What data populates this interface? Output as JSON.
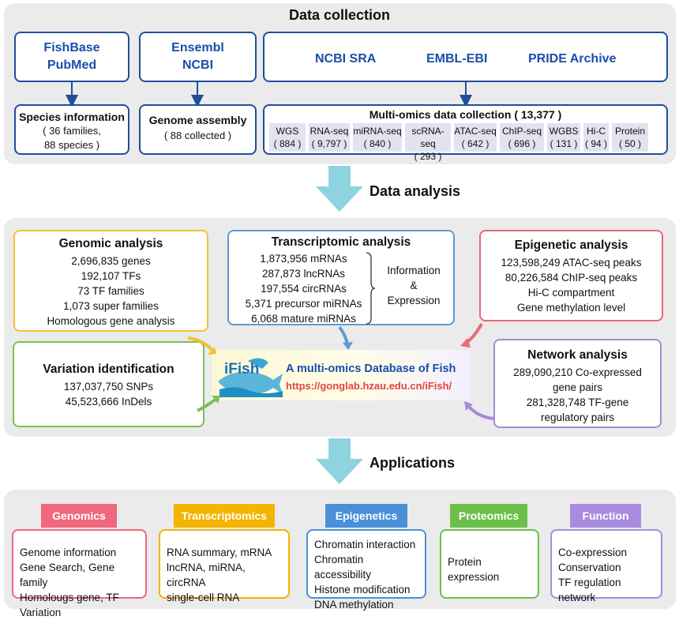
{
  "data_collection": {
    "title": "Data collection",
    "source_left": [
      "FishBase",
      "PubMed"
    ],
    "source_mid": [
      "Ensembl",
      "NCBI"
    ],
    "source_right": [
      "NCBI SRA",
      "EMBL-EBI",
      "PRIDE Archive"
    ],
    "species": {
      "title": "Species information",
      "line1": "( 36 families,",
      "line2": "88 species )"
    },
    "genome": {
      "title": "Genome assembly",
      "line1": "( 88 collected )"
    },
    "multiomics": {
      "title": "Multi-omics data collection ( 13,377 )",
      "items": [
        {
          "name": "WGS",
          "count": "( 884 )"
        },
        {
          "name": "RNA-seq",
          "count": "( 9,797 )"
        },
        {
          "name": "miRNA-seq",
          "count": "( 840 )"
        },
        {
          "name": "scRNA-seq",
          "count": "( 293 )"
        },
        {
          "name": "ATAC-seq",
          "count": "( 642 )"
        },
        {
          "name": "ChIP-seq",
          "count": "( 696 )"
        },
        {
          "name": "WGBS",
          "count": "( 131 )"
        },
        {
          "name": "Hi-C",
          "count": "( 94 )"
        },
        {
          "name": "Protein",
          "count": "( 50 )"
        }
      ]
    }
  },
  "data_analysis": {
    "title": "Data analysis",
    "genomic": {
      "title": "Genomic analysis",
      "lines": [
        "2,696,835 genes",
        "192,107 TFs",
        "73 TF families",
        "1,073 super families",
        "Homologous gene analysis"
      ]
    },
    "transcriptomic": {
      "title": "Transcriptomic analysis",
      "lines": [
        "1,873,956 mRNAs",
        "287,873 lncRNAs",
        "197,554 circRNAs",
        "5,371 precursor miRNAs",
        "6,068 mature miRNAs"
      ],
      "side": [
        "Information",
        "&",
        "Expression"
      ]
    },
    "epigenetic": {
      "title": "Epigenetic analysis",
      "lines": [
        "123,598,249 ATAC-seq peaks",
        "80,226,584 ChIP-seq peaks",
        "Hi-C compartment",
        "Gene methylation level"
      ]
    },
    "variation": {
      "title": "Variation identification",
      "lines": [
        "137,037,750 SNPs",
        "45,523,666 InDels"
      ]
    },
    "network": {
      "title": "Network analysis",
      "lines": [
        "289,090,210 Co-expressed",
        "gene pairs",
        "281,328,748 TF-gene",
        "regulatory pairs"
      ]
    },
    "center": {
      "logo": "iFish",
      "title": "A multi-omics Database of Fish",
      "url": "https://gonglab.hzau.edu.cn/iFish/"
    }
  },
  "applications": {
    "title": "Applications",
    "cards": [
      {
        "tag": "Genomics",
        "color": "#f0687e",
        "lines": [
          "Genome information",
          "Gene Search, Gene family",
          "Homolougs gene, TF",
          "Variation"
        ]
      },
      {
        "tag": "Transcriptomics",
        "color": "#f5b400",
        "lines": [
          "RNA summary, mRNA",
          "lncRNA, miRNA, circRNA",
          "single-cell RNA"
        ]
      },
      {
        "tag": "Epigenetics",
        "color": "#4a90d9",
        "lines": [
          "Chromatin interaction",
          "Chromatin accessibility",
          "Histone modification",
          "DNA methylation"
        ]
      },
      {
        "tag": "Proteomics",
        "color": "#6cc04a",
        "lines": [
          "Protein expression"
        ]
      },
      {
        "tag": "Function",
        "color": "#a98be0",
        "lines": [
          "Co-expression",
          "Conservation",
          "TF regulation network"
        ]
      }
    ]
  },
  "colors": {
    "panel": "#ebebeb",
    "blue": "#1f4e9c",
    "genomic": "#f2c230",
    "transcriptomic": "#5b9bd5",
    "epigenetic": "#e86a7a",
    "variation": "#79c05a",
    "network": "#a58bd6",
    "flow_arrow": "#8fd3e0"
  }
}
